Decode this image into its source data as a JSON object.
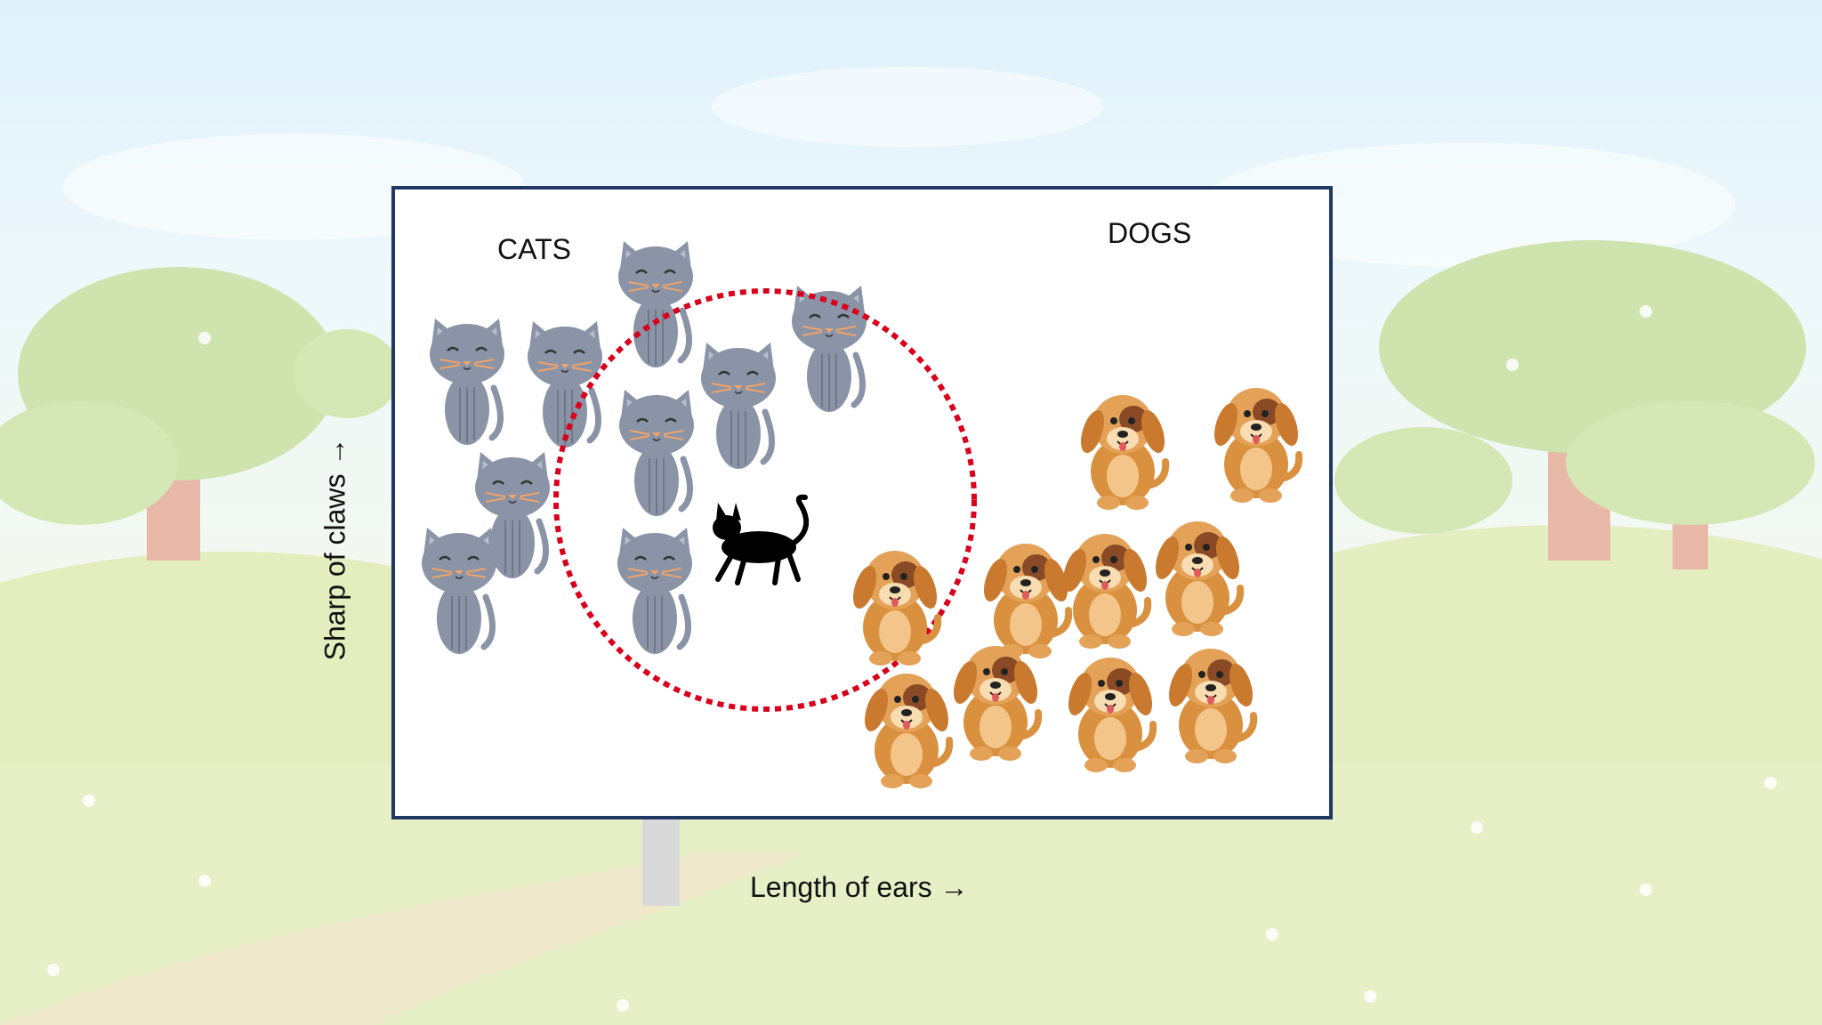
{
  "diagram": {
    "group_labels": {
      "cats": "CATS",
      "dogs": "DOGS"
    },
    "axes": {
      "x_label": "Length of ears",
      "y_label": "Sharp of claws",
      "arrow_glyph": "→"
    },
    "icons": {
      "cat": "gray-cat-icon",
      "dog": "puppy-icon",
      "unknown": "black-cat-silhouette-icon"
    },
    "colors": {
      "frame": "#1f3864",
      "highlight_circle": "#d9001b",
      "cat": "#8a94a6",
      "dog": "#d9913f",
      "dog_patch": "#8b4a26",
      "unknown": "#000000"
    }
  }
}
